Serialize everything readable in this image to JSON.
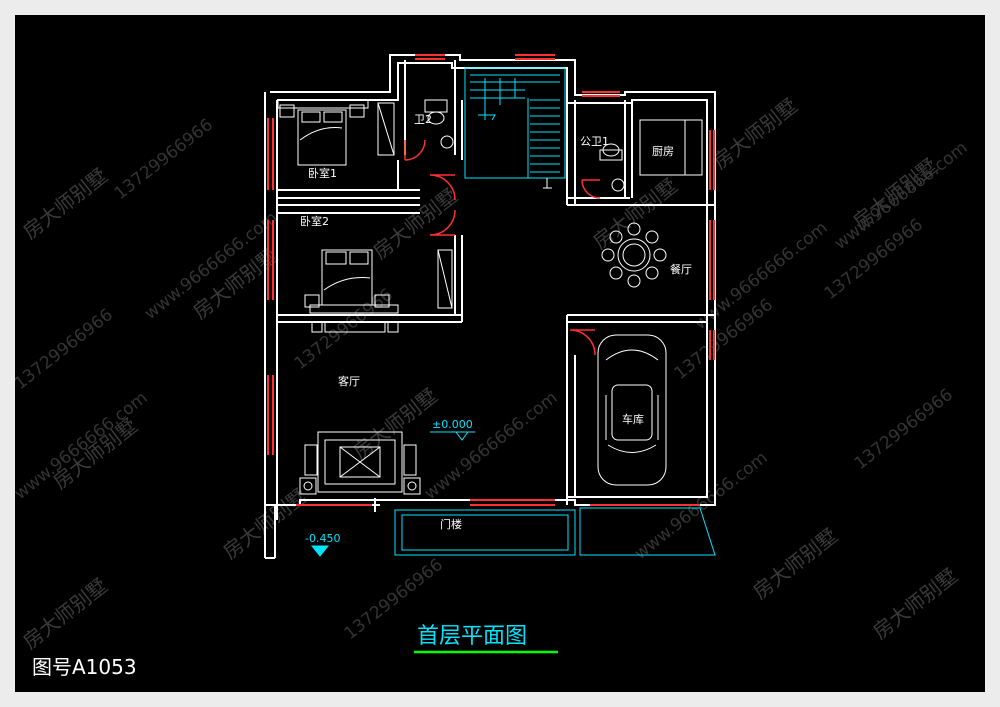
{
  "drawing": {
    "title": "首层平面图",
    "drawing_number": "图号A1053"
  },
  "rooms": {
    "bedroom1": "卧室1",
    "bedroom2": "卧室2",
    "bathroom2": "卫2",
    "public_bath": "公卫1",
    "kitchen": "厨房",
    "dining": "餐厅",
    "living": "客厅",
    "garage": "车库",
    "porch": "门楼"
  },
  "levels": {
    "floor": "±0.000",
    "outdoor": "-0.450"
  },
  "watermark": {
    "brand": "房大师别墅",
    "phone": "13729966966",
    "site": "www.9666666.com"
  },
  "colors": {
    "background": "#000000",
    "frame": "#ececec",
    "wall": "#ffffff",
    "window": "#ff3030",
    "furniture": "#ffffff",
    "stair": "#00e5ff",
    "title": "#00e5ff",
    "underline": "#00ff00",
    "watermark": "#3a3a3a"
  }
}
